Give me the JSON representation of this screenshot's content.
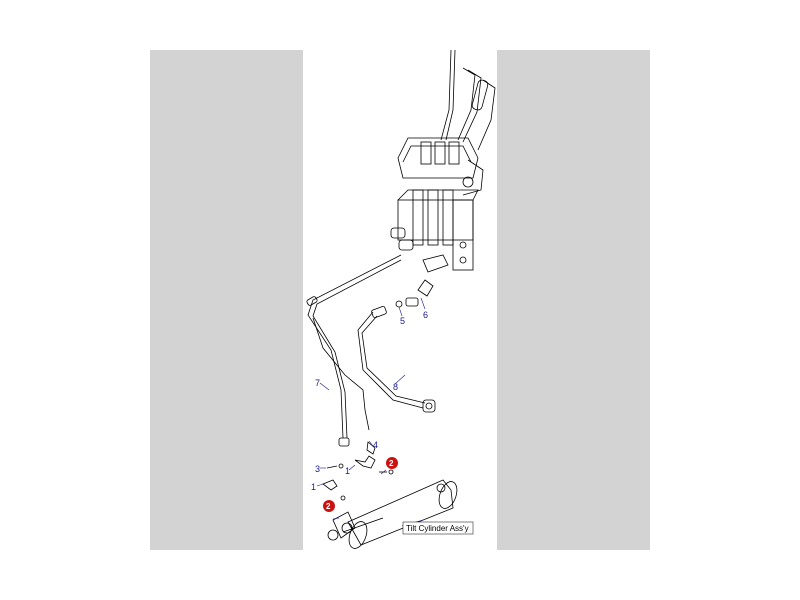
{
  "diagram": {
    "callouts": [
      {
        "label": "1"
      },
      {
        "label": "1"
      },
      {
        "label": "3"
      },
      {
        "label": "4"
      },
      {
        "label": "5"
      },
      {
        "label": "6"
      },
      {
        "label": "7"
      },
      {
        "label": "8"
      }
    ],
    "highlight_badges": [
      {
        "label": "2"
      },
      {
        "label": "2"
      }
    ],
    "assembly_label": "Tilt Cylinder Ass'y",
    "colors": {
      "background_panel": "#d3d3d3",
      "callout_text": "#1a1a8c",
      "badge_fill": "#cc1111",
      "line": "#000000"
    }
  }
}
